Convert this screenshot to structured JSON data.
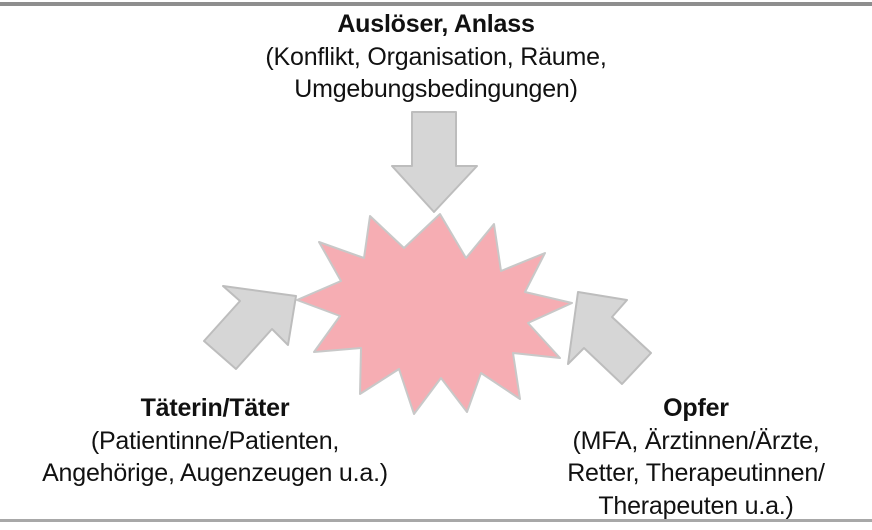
{
  "diagram": {
    "type": "conflict-escalation-diagram",
    "language": "de",
    "colors": {
      "burst_fill": "#f6adb3",
      "burst_stroke": "#b9b9b9",
      "arrow_fill": "#d6d6d6",
      "arrow_stroke": "#b3b3b3",
      "rule": "#8e8e8e",
      "text": "#111111",
      "background": "#ffffff"
    },
    "trigger": {
      "title": "Auslöser, Anlass",
      "lines": [
        "(Konflikt, Organisation, Räume,",
        "Umgebungsbedingungen)"
      ]
    },
    "perpetrator": {
      "title": "Täterin/Täter",
      "lines": [
        "(Patientinne/Patienten,",
        "Angehörige, Augenzeugen u.a.)"
      ]
    },
    "victim": {
      "title": "Opfer",
      "lines": [
        "(MFA, Ärztinnen/Ärzte,",
        "Retter, Therapeutinnen/",
        "Therapeuten u.a.)"
      ]
    },
    "arrows": {
      "top": "arrow-down-icon",
      "left": "arrow-up-right-icon",
      "right": "arrow-up-left-icon"
    },
    "center": {
      "shape": "starburst-icon"
    }
  }
}
